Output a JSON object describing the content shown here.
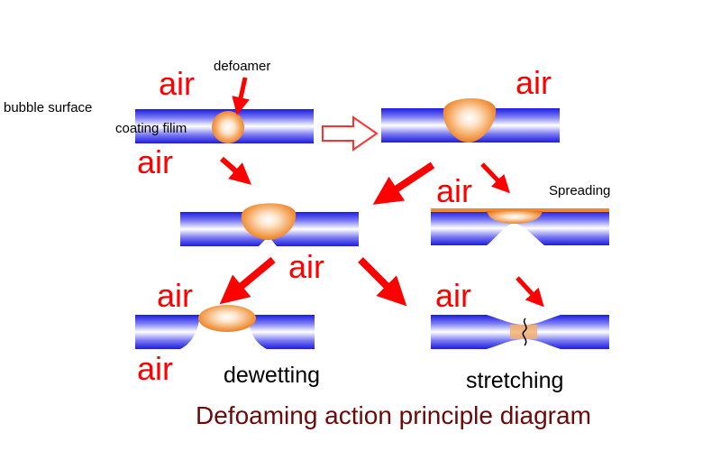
{
  "labels": {
    "defoamer": "defoamer",
    "bubble_surface": "bubble surface",
    "coating_film": "coating filim",
    "air": "air",
    "spreading": "Spreading",
    "dewetting": "dewetting",
    "stretching": "stretching"
  },
  "caption": "Defoaming action principle diagram",
  "colors": {
    "film_edge": "#1e1ee6",
    "film_center": "#ffffff",
    "defoamer_droplet": "#f08a30",
    "arrow": "#ff0000",
    "air_text": "#ff0000",
    "caption_text": "#6b0a0a"
  }
}
